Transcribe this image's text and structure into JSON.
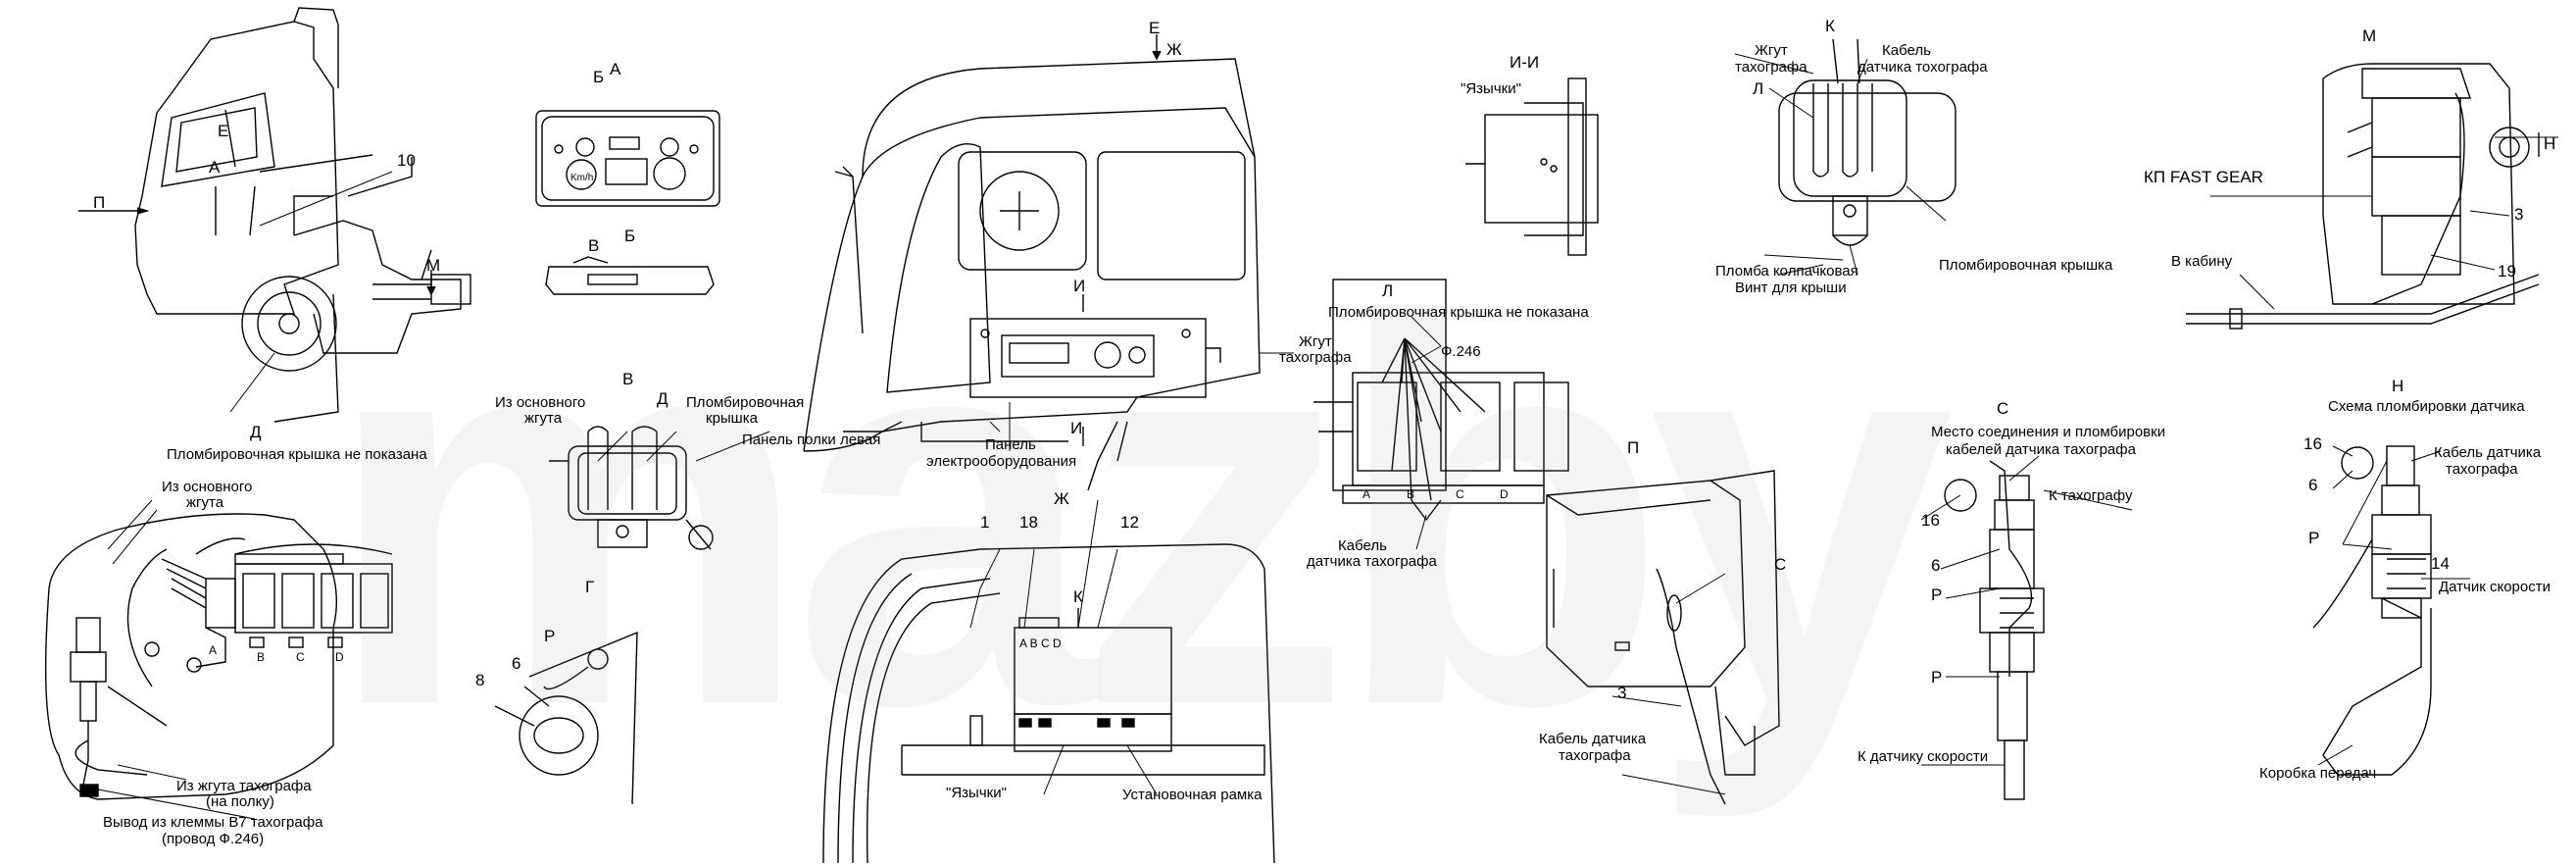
{
  "watermark": "mazby",
  "views": {
    "E": "Е",
    "Zh": "Ж",
    "I_I": "И-И",
    "K": "К",
    "M": "М",
    "N": "Н",
    "B": "Б",
    "A": "А",
    "V": "В",
    "D": "Д",
    "G": "Г",
    "L": "Л",
    "P": "П",
    "S": "С",
    "N_view": "Н",
    "Zh2": "Ж",
    "I": "И"
  },
  "labels": {
    "plomb_not_shown_D": "Пломбировочная крышка не показана",
    "from_main_harness_1": "Из основного",
    "from_main_harness_2": "жгута",
    "plomb_cover_1": "Пломбировочная",
    "plomb_cover_2": "крышка",
    "from_main_harness_b1": "Из основного",
    "from_main_harness_b2": "жгута",
    "from_tacho_harness_1": "Из жгута тахографа",
    "from_tacho_harness_2": "(на полку)",
    "output_b7_1": "Вывод из клеммы В7 тахографа",
    "output_b7_2": "(провод Ф.246)",
    "yazychki_top": "\"Язычки\"",
    "yazychki_bottom": "\"Язычки\"",
    "mount_frame": "Установочная рамка",
    "left_shelf_panel": "Панель полки левая",
    "elec_panel_1": "Панель",
    "elec_panel_2": "электрооборудования",
    "tacho_harness_1": "Жгут",
    "tacho_harness_2": "тахографа",
    "plomb_not_shown_L": "Пломбировочная крышка не показана",
    "f246": "Ф.246",
    "tacho_cable_L_1": "Кабель",
    "tacho_cable_L_2": "датчика тахографа",
    "K_harness_1": "Жгут",
    "K_harness_2": "тахографа",
    "K_cable_1": "Кабель",
    "K_cable_2": "датчика тохографа",
    "K_plomb": "Пломбировочная крышка",
    "cap_seal": "Пломба колпачковая",
    "roof_screw": "Винт для крыши",
    "gearbox": "КП FAST GEAR",
    "to_cabin": "В кабину",
    "S_title_1": "Место соединения и пломбировки",
    "S_title_2": "кабелей датчика тахографа",
    "to_tacho": "К тахографу",
    "to_speed_sensor": "К датчику скорости",
    "tacho_cable_P_1": "Кабель датчика",
    "tacho_cable_P_2": "тахографа",
    "N_title": "Схема пломбировки датчика",
    "N_cable_1": "Кабель датчика",
    "N_cable_2": "тахографа",
    "speed_sensor": "Датчик скорости",
    "gearbox_box": "Коробка передач",
    "kmh": "Km/h",
    "abcd": "A B C D"
  },
  "numbers": {
    "n10": "10",
    "n1": "1",
    "n18": "18",
    "n12": "12",
    "n3a": "3",
    "n19": "19",
    "n16a": "16",
    "n6a": "6",
    "n3b": "3",
    "n16b": "16",
    "n6b": "6",
    "n14": "14",
    "n8": "8",
    "n6c": "6"
  },
  "letters": {
    "P1": "Р",
    "P2": "Р",
    "P3": "Р",
    "P4": "Р",
    "A": "A",
    "B": "B",
    "C": "C",
    "D": "D",
    "Lletter": "Л"
  }
}
